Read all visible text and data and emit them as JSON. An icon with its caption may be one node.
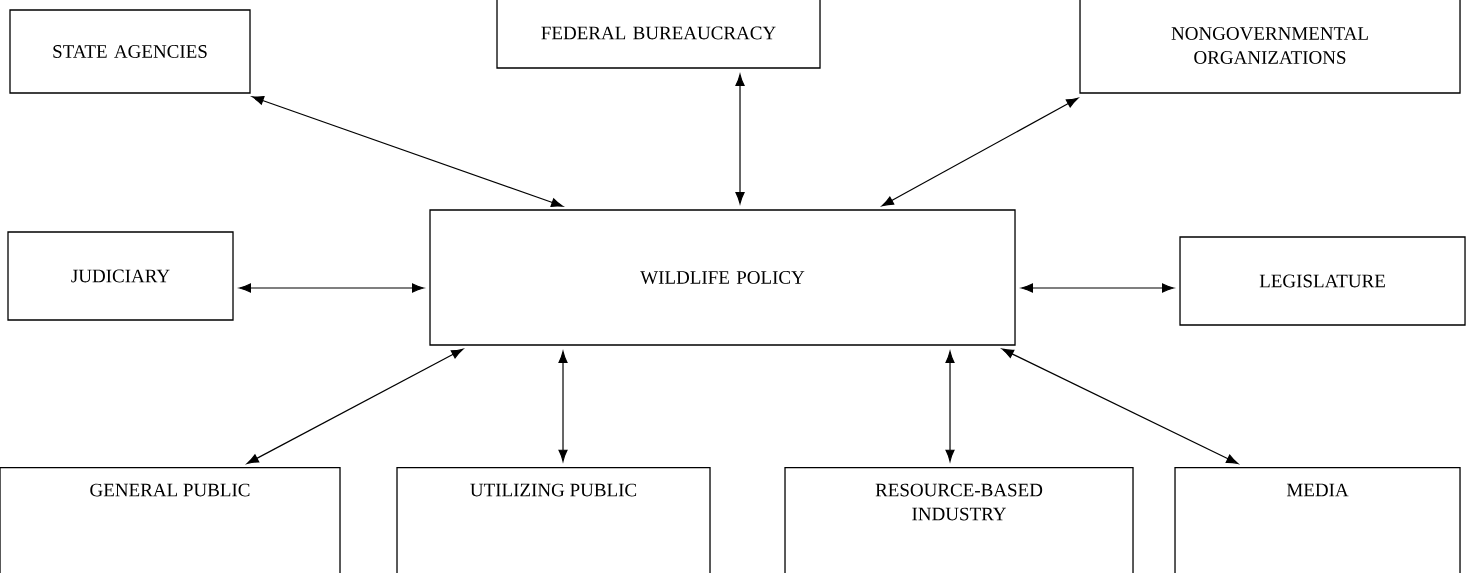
{
  "diagram": {
    "nodes": [
      {
        "text": [
          "STATE AGENCIES"
        ]
      },
      {
        "text": [
          "FEDERAL BUREAUCRACY"
        ]
      },
      {
        "text": [
          "NONGOVERNMENTAL ORGANIZATIONS"
        ]
      },
      {
        "text": [
          "JUDICIARY"
        ]
      },
      {
        "text": [
          "WILDLIFE POLICY"
        ]
      },
      {
        "text": [
          "LEGISLATURE"
        ]
      },
      {
        "text": [
          "GENERAL PUBLIC"
        ]
      },
      {
        "text": [
          "UTILIZING PUBLIC"
        ]
      },
      {
        "text": [
          "RESOURCE-BASED INDUSTRY"
        ]
      },
      {
        "text": [
          "MEDIA"
        ]
      }
    ],
    "edges": [
      {
        "from": 0,
        "to": 4,
        "arrow": "both"
      },
      {
        "from": 1,
        "to": 4,
        "arrow": "both"
      },
      {
        "from": 2,
        "to": 4,
        "arrow": "both"
      },
      {
        "from": 3,
        "to": 4,
        "arrow": "both"
      },
      {
        "from": 4,
        "to": 5,
        "arrow": "both"
      },
      {
        "from": 6,
        "to": 4,
        "arrow": "both"
      },
      {
        "from": 7,
        "to": 4,
        "arrow": "both"
      },
      {
        "from": 8,
        "to": 4,
        "arrow": "both"
      },
      {
        "from": 9,
        "to": 4,
        "arrow": "both"
      }
    ]
  }
}
